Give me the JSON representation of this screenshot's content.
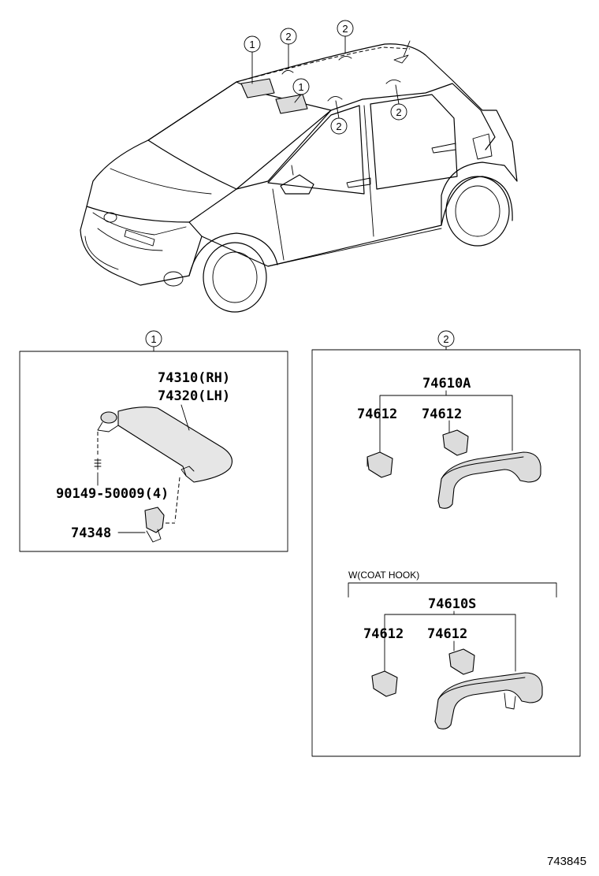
{
  "callouts": {
    "one": "1",
    "two": "2"
  },
  "panel_1": {
    "visor_rh": "74310(RH)",
    "visor_lh": "74320(LH)",
    "screw": "90149-50009(4)",
    "holder": "74348"
  },
  "panel_2": {
    "grip_a": "74610A",
    "cap_left": "74612",
    "cap_right": "74612",
    "variant_label": "W(COAT HOOK)",
    "grip_s": "74610S",
    "cap_left_2": "74612",
    "cap_right_2": "74612"
  },
  "illustration_number": "743845"
}
